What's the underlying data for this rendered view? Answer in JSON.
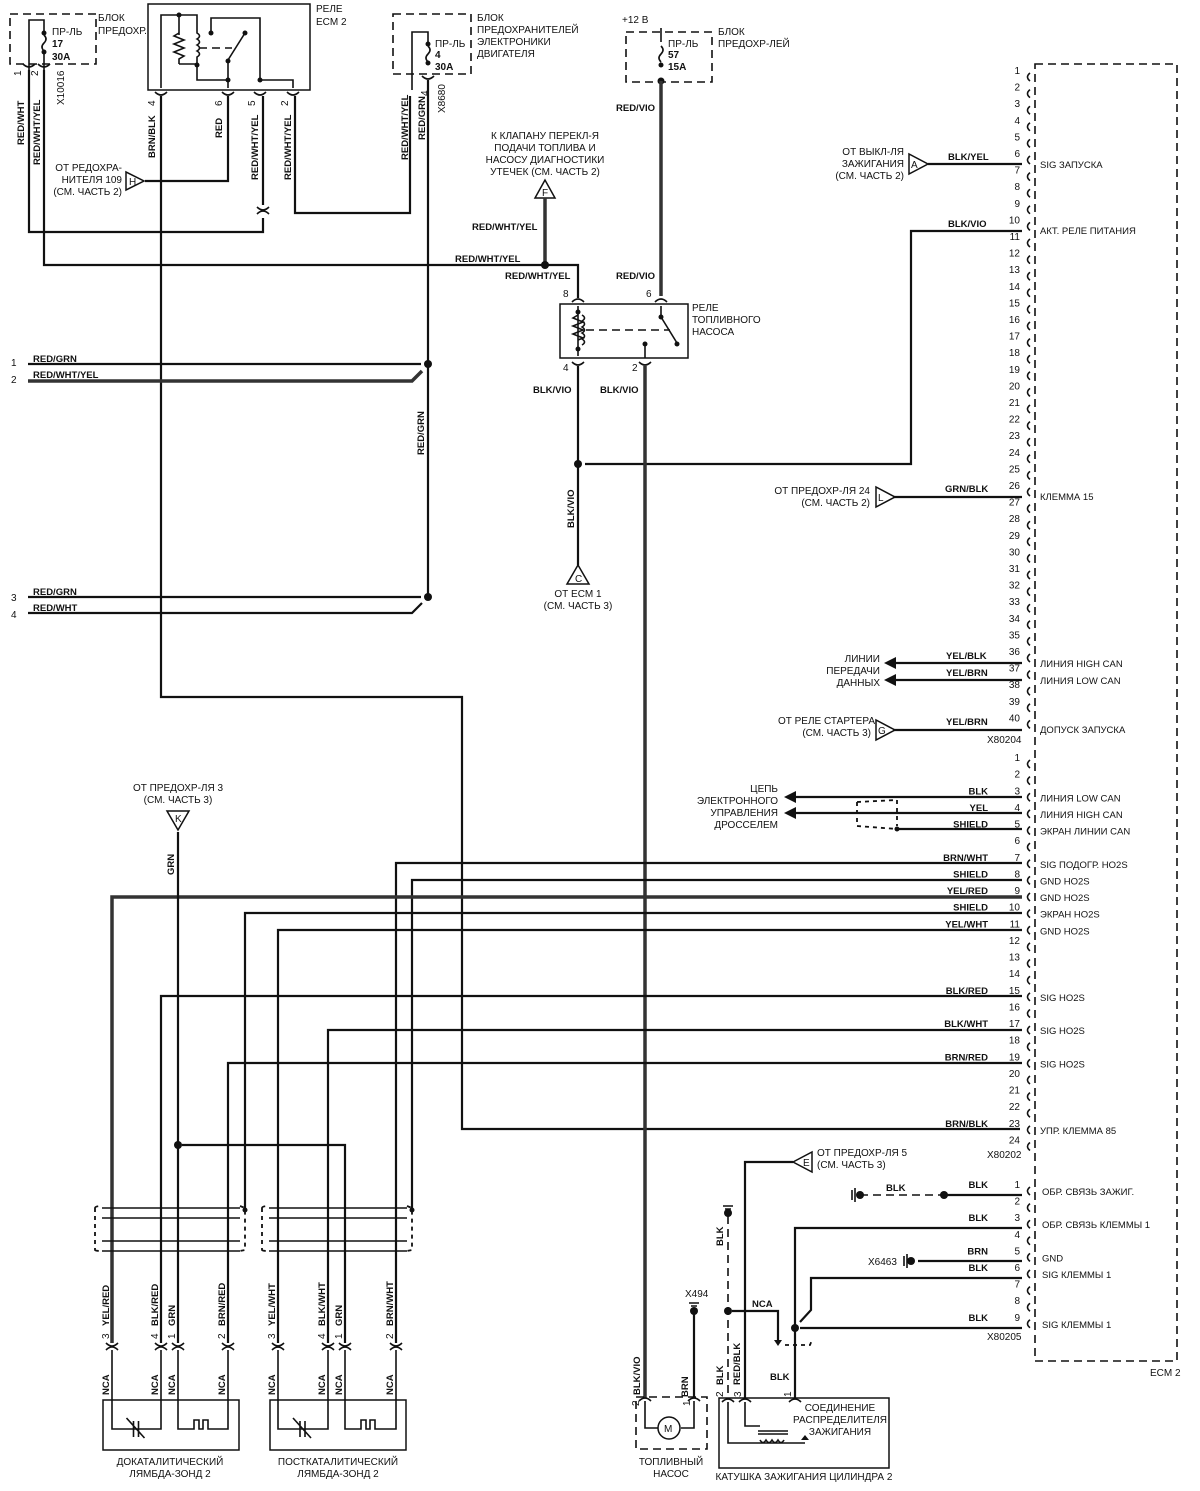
{
  "title": "Схема: реле ECM 2, реле топливного насоса, лямбда-зонды 2, катушка зажигания цилиндра 2",
  "fuse_block_1": {
    "title1": "БЛОК",
    "title2": "ПРЕДОХР.",
    "fuse": "ПР-ЛЬ",
    "num": "17",
    "amp": "30A",
    "connector": "X10016",
    "pin1": "1",
    "pin2": "2",
    "wire1": "RED/WHT",
    "wire2": "RED/WHT/YEL"
  },
  "ecm_relay": {
    "title1": "РЕЛЕ",
    "title2": "ECM 2",
    "pins": [
      "4",
      "6",
      "5",
      "2"
    ],
    "wires": [
      "BRN/BLK",
      "RED",
      "RED/WHT/YEL",
      "RED/WHT/YEL"
    ]
  },
  "ref_h": {
    "letter": "H",
    "l1": "ОТ  РЕДОХРА-",
    "l2": "НИТЕЛЯ 109",
    "l3": "(СМ. ЧАСТЬ 2)"
  },
  "fuse_block_2": {
    "t1": "БЛОК",
    "t2": "ПРЕДОХРАНИТЕЛЕЙ",
    "t3": "ЭЛЕКТРОНИКИ",
    "t4": "ДВИГАТЕЛЯ",
    "fuse": "ПР-ЛЬ",
    "num": "4",
    "amp": "30A",
    "connector": "X8680",
    "pin": "4",
    "wire1": "RED/WHT/YEL",
    "wire2": "RED/GRN"
  },
  "fuse_block_3": {
    "v": "+12 В",
    "t1": "БЛОК",
    "t2": "ПРЕДОХР-ЛЕЙ",
    "fuse": "ПР-ЛЬ",
    "num": "57",
    "amp": "15A",
    "wire": "RED/VIO"
  },
  "ref_f": {
    "letter": "F",
    "l1": "К КЛАПАНУ ПЕРЕКЛ-Я",
    "l2": "ПОДАЧИ  ТОПЛИВА И",
    "l3": "НАСОСУ ДИАГНОСТИКИ",
    "l4": "УТЕЧЕК (СМ. ЧАСТЬ 2)"
  },
  "fuel_relay": {
    "t1": "РЕЛЕ",
    "t2": "ТОПЛИВНОГО",
    "t3": "НАСОСА",
    "pin8": "8",
    "pin6": "6",
    "pin4": "4",
    "pin2": "2",
    "w_top": "RED/WHT/YEL",
    "w_left": "RED/WHT/YEL",
    "w_in": "RED/WHT/YEL",
    "w_rv": "RED/VIO",
    "w4": "BLK/VIO",
    "w2": "BLK/VIO",
    "w_down": "BLK/VIO"
  },
  "ref_c": {
    "letter": "C",
    "l1": "ОТ ECM 1",
    "l2": "(СМ. ЧАСТЬ 3)"
  },
  "splice_left": [
    {
      "pin": "1",
      "wire": "RED/GRN"
    },
    {
      "pin": "2",
      "wire": "RED/WHT/YEL"
    },
    {
      "pin": "3",
      "wire": "RED/GRN"
    },
    {
      "pin": "4",
      "wire": "RED/WHT"
    }
  ],
  "splice_vertical_wire": "RED/GRN",
  "ref_k": {
    "letter": "K",
    "l1": "ОТ ПРЕДОХР-ЛЯ 3",
    "l2": "(СМ. ЧАСТЬ 3)",
    "wire": "GRN"
  },
  "ecm": {
    "label": "ECM 2",
    "conn_x80204": {
      "name": "X80204",
      "pins": 40,
      "wires": [
        {
          "pin": 6,
          "wire": "BLK/YEL",
          "sig": "SIG ЗАПУСКА"
        },
        {
          "pin": 10,
          "wire": "BLK/VIO",
          "sig": "АКТ. РЕЛЕ ПИТАНИЯ"
        },
        {
          "pin": 26,
          "wire": "GRN/BLK",
          "sig": "КЛЕММА 15"
        },
        {
          "pin": 36,
          "wire": "YEL/BLK",
          "sig": "ЛИНИЯ HIGH  CAN"
        },
        {
          "pin": 37,
          "wire": "YEL/BRN",
          "sig": "ЛИНИЯ LOW  CAN"
        },
        {
          "pin": 40,
          "wire": "YEL/BRN",
          "sig": "ДОПУСК ЗАПУСКА"
        }
      ]
    },
    "conn_x80202": {
      "name": "X80202",
      "pins": 24,
      "wires": [
        {
          "pin": 3,
          "wire": "BLK",
          "sig": "ЛИНИЯ LOW CAN"
        },
        {
          "pin": 4,
          "wire": "YEL",
          "sig": "ЛИНИЯ HIGH  CAN"
        },
        {
          "pin": 5,
          "wire": "SHIELD",
          "sig": "ЭКРАН ЛИНИИ  CAN"
        },
        {
          "pin": 7,
          "wire": "BRN/WHT",
          "sig": "SIG ПОДОГР.  HO2S"
        },
        {
          "pin": 8,
          "wire": "SHIELD",
          "sig": "GND HO2S"
        },
        {
          "pin": 9,
          "wire": "YEL/RED",
          "sig": "GND HO2S"
        },
        {
          "pin": 10,
          "wire": "SHIELD",
          "sig": "ЭКРАН HO2S"
        },
        {
          "pin": 11,
          "wire": "YEL/WHT",
          "sig": "GND HO2S"
        },
        {
          "pin": 15,
          "wire": "BLK/RED",
          "sig": "SIG HO2S"
        },
        {
          "pin": 17,
          "wire": "BLK/WHT",
          "sig": "SIG HO2S"
        },
        {
          "pin": 19,
          "wire": "BRN/RED",
          "sig": "SIG HO2S"
        },
        {
          "pin": 23,
          "wire": "BRN/BLK",
          "sig": "УПР. КЛЕММА 85"
        }
      ]
    },
    "conn_x80205": {
      "name": "X80205",
      "pins": 9,
      "wires": [
        {
          "pin": 1,
          "wire": "BLK",
          "sig": "ОБР. СВЯЗЬ ЗАЖИГ."
        },
        {
          "pin": 3,
          "wire": "BLK",
          "sig": "ОБР. СВЯЗЬ КЛЕММЫ 1"
        },
        {
          "pin": 5,
          "wire": "BRN",
          "sig": "GND"
        },
        {
          "pin": 6,
          "wire": "BLK",
          "sig": "SIG КЛЕММЫ 1"
        },
        {
          "pin": 9,
          "wire": "BLK",
          "sig": "SIG КЛЕММЫ 1"
        }
      ]
    }
  },
  "ref_a": {
    "letter": "A",
    "l1": "ОТ ВЫКЛ-ЛЯ",
    "l2": "ЗАЖИГАНИЯ",
    "l3": "(СМ. ЧАСТЬ 2)"
  },
  "ref_l": {
    "letter": "L",
    "l1": "ОТ ПРЕДОХР-ЛЯ 24",
    "l2": "(СМ. ЧАСТЬ 2)"
  },
  "ref_g": {
    "letter": "G",
    "l1": "ОТ РЕЛЕ СТАРТЕРА",
    "l2": "(СМ. ЧАСТЬ 3)"
  },
  "ref_e": {
    "letter": "E",
    "l1": "ОТ ПРЕДОХР-ЛЯ 5",
    "l2": "(СМ. ЧАСТЬ 3)"
  },
  "data_lines": {
    "l1": "ЛИНИИ",
    "l2": "ПЕРЕДАЧИ",
    "l3": "ДАННЫХ"
  },
  "throttle": {
    "l1": "ЦЕПЬ",
    "l2": "ЭЛЕКТРОННОГО",
    "l3": "УПРАВЛЕНИЯ",
    "l4": "ДРОССЕЛЕМ"
  },
  "ground_ign": {
    "wire": "BLK"
  },
  "ground_x6463": {
    "label": "X6463"
  },
  "sensor_pre": {
    "l1": "ДОКАТАЛИТИЧЕСКИЙ",
    "l2": "ЛЯМБДА-ЗОНД 2",
    "pins": [
      "3",
      "4",
      "1",
      "2"
    ],
    "wires": [
      "YEL/RED",
      "BLK/RED",
      "GRN",
      "BRN/RED"
    ],
    "nca": "NCA"
  },
  "sensor_post": {
    "l1": "ПОСТКАТАЛИТИЧЕСКИЙ",
    "l2": "ЛЯМБДА-ЗОНД 2",
    "pins": [
      "3",
      "4",
      "1",
      "2"
    ],
    "wires": [
      "YEL/WHT",
      "BLK/WHT",
      "GRN",
      "BRN/WHT"
    ],
    "nca": "NCA"
  },
  "fuel_pump": {
    "l1": "ТОПЛИВНЫЙ",
    "l2": "НАСОС",
    "pins": [
      "2",
      "1"
    ],
    "wires": [
      "BLK/VIO",
      "BRN"
    ],
    "ground": "X494",
    "motor": "M"
  },
  "coil": {
    "title": "КАТУШКА ЗАЖИГАНИЯ ЦИЛИНДРА 2",
    "d1": "СОЕДИНЕНИЕ",
    "d2": "РАСПРЕДЕЛИТЕЛЯ",
    "d3": "ЗАЖИГАНИЯ",
    "pins": [
      "2",
      "3",
      "1"
    ],
    "wires": [
      "BLK",
      "RED/BLK",
      "BLK"
    ],
    "blk_ground": "BLK",
    "nca": "NCA"
  }
}
